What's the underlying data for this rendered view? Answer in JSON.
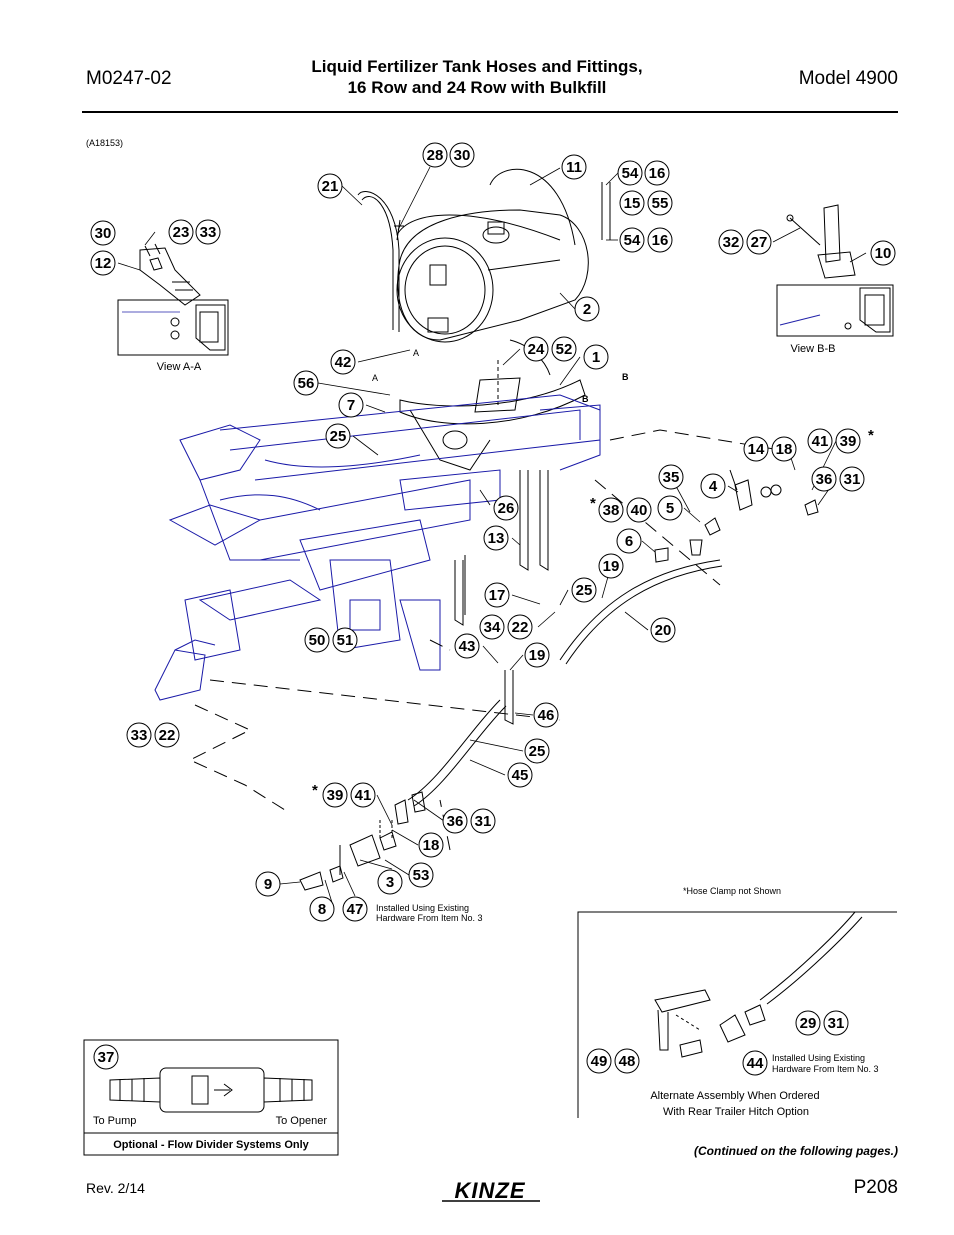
{
  "header": {
    "doc_number": "M0247-02",
    "title_line1": "Liquid Fertilizer Tank Hoses and Fittings,",
    "title_line2": "16 Row and 24 Row with Bulkfill",
    "model": "Model 4900"
  },
  "figure_id": "(A18153)",
  "callouts": [
    {
      "id": "c-28",
      "label": "28"
    },
    {
      "id": "c-30a",
      "label": "30"
    },
    {
      "id": "c-11",
      "label": "11"
    },
    {
      "id": "c-54a",
      "label": "54"
    },
    {
      "id": "c-16a",
      "label": "16"
    },
    {
      "id": "c-15",
      "label": "15"
    },
    {
      "id": "c-55",
      "label": "55"
    },
    {
      "id": "c-54b",
      "label": "54"
    },
    {
      "id": "c-16b",
      "label": "16"
    },
    {
      "id": "c-21",
      "label": "21"
    },
    {
      "id": "c-30b",
      "label": "30"
    },
    {
      "id": "c-23",
      "label": "23"
    },
    {
      "id": "c-33a",
      "label": "33"
    },
    {
      "id": "c-12",
      "label": "12"
    },
    {
      "id": "c-32",
      "label": "32"
    },
    {
      "id": "c-27",
      "label": "27"
    },
    {
      "id": "c-10",
      "label": "10"
    },
    {
      "id": "c-2",
      "label": "2"
    },
    {
      "id": "c-42",
      "label": "42"
    },
    {
      "id": "c-24",
      "label": "24"
    },
    {
      "id": "c-52",
      "label": "52"
    },
    {
      "id": "c-1",
      "label": "1"
    },
    {
      "id": "c-56",
      "label": "56"
    },
    {
      "id": "c-7",
      "label": "7"
    },
    {
      "id": "c-25a",
      "label": "25"
    },
    {
      "id": "c-14",
      "label": "14"
    },
    {
      "id": "c-18a",
      "label": "18"
    },
    {
      "id": "c-41a",
      "label": "41"
    },
    {
      "id": "c-39a",
      "label": "39"
    },
    {
      "id": "c-4",
      "label": "4"
    },
    {
      "id": "c-36a",
      "label": "36"
    },
    {
      "id": "c-31a",
      "label": "31"
    },
    {
      "id": "c-35",
      "label": "35"
    },
    {
      "id": "c-26",
      "label": "26"
    },
    {
      "id": "c-38",
      "label": "38"
    },
    {
      "id": "c-40",
      "label": "40"
    },
    {
      "id": "c-5",
      "label": "5"
    },
    {
      "id": "c-13",
      "label": "13"
    },
    {
      "id": "c-6",
      "label": "6"
    },
    {
      "id": "c-19a",
      "label": "19"
    },
    {
      "id": "c-25b",
      "label": "25"
    },
    {
      "id": "c-17",
      "label": "17"
    },
    {
      "id": "c-34",
      "label": "34"
    },
    {
      "id": "c-22a",
      "label": "22"
    },
    {
      "id": "c-20",
      "label": "20"
    },
    {
      "id": "c-50",
      "label": "50"
    },
    {
      "id": "c-51",
      "label": "51"
    },
    {
      "id": "c-43",
      "label": "43"
    },
    {
      "id": "c-19b",
      "label": "19"
    },
    {
      "id": "c-46",
      "label": "46"
    },
    {
      "id": "c-33b",
      "label": "33"
    },
    {
      "id": "c-22b",
      "label": "22"
    },
    {
      "id": "c-25c",
      "label": "25"
    },
    {
      "id": "c-45",
      "label": "45"
    },
    {
      "id": "c-39b",
      "label": "39"
    },
    {
      "id": "c-41b",
      "label": "41"
    },
    {
      "id": "c-36b",
      "label": "36"
    },
    {
      "id": "c-31b",
      "label": "31"
    },
    {
      "id": "c-18b",
      "label": "18"
    },
    {
      "id": "c-9",
      "label": "9"
    },
    {
      "id": "c-3",
      "label": "3"
    },
    {
      "id": "c-53",
      "label": "53"
    },
    {
      "id": "c-8",
      "label": "8"
    },
    {
      "id": "c-47",
      "label": "47"
    },
    {
      "id": "c-29",
      "label": "29"
    },
    {
      "id": "c-31c",
      "label": "31"
    },
    {
      "id": "c-49",
      "label": "49"
    },
    {
      "id": "c-48",
      "label": "48"
    },
    {
      "id": "c-44",
      "label": "44"
    },
    {
      "id": "c-37",
      "label": "37"
    }
  ],
  "labels": {
    "view_aa": "View A-A",
    "view_bb": "View B-B",
    "section_a1": "A",
    "section_a2": "A",
    "section_b1": "B",
    "section_b2": "B",
    "asterisk": "*",
    "hose_clamp_note": "*Hose Clamp not Shown",
    "existing_hw_line1": "Installed Using Existing",
    "existing_hw_line2": "Hardware From Item No. 3",
    "alt_hw_line1": "Installed Using Existing",
    "alt_hw_line2": "Hardware From Item No. 3",
    "alt_caption_line1": "Alternate Assembly When Ordered",
    "alt_caption_line2": "With Rear Trailer Hitch Option",
    "to_pump": "To Pump",
    "to_opener": "To Opener",
    "flow_divider_caption": "Optional - Flow Divider Systems Only"
  },
  "footer": {
    "continued": "(Continued on the following pages.)",
    "revision": "Rev. 2/14",
    "logo_text": "KINZE",
    "page_number": "P208"
  }
}
